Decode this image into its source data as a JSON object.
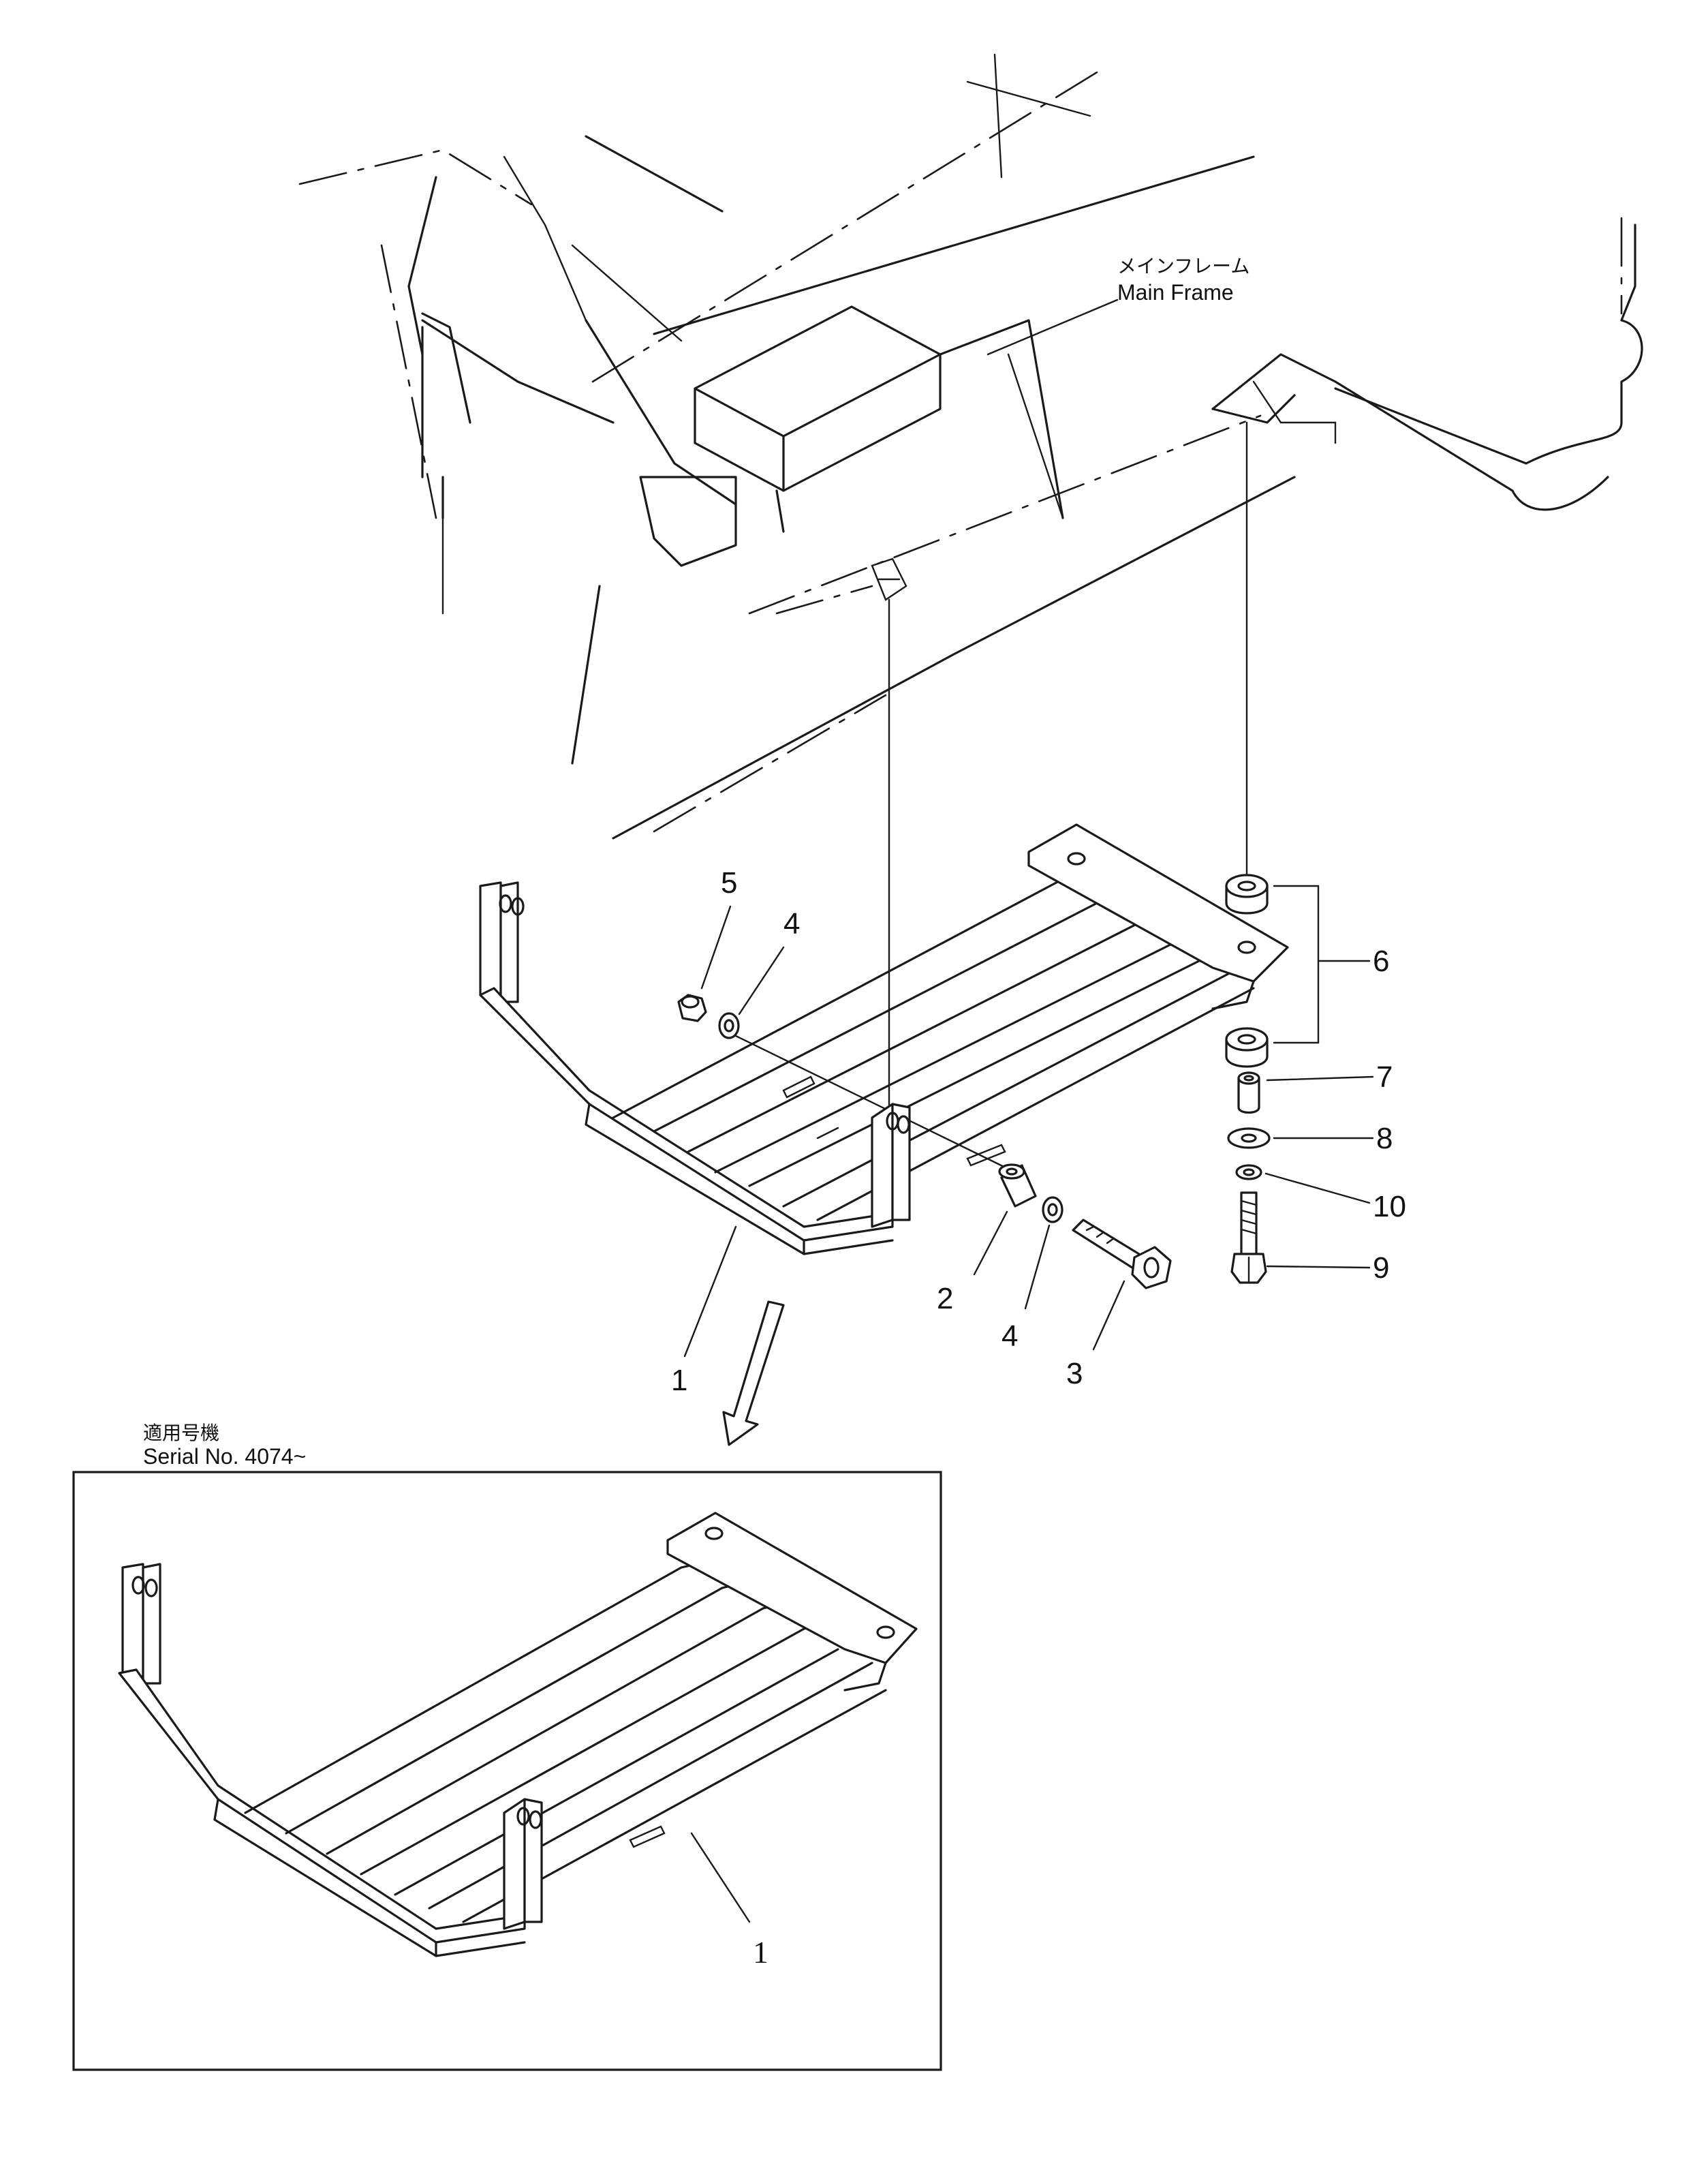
{
  "main_frame": {
    "label_jp": "メインフレーム",
    "label_en": "Main Frame"
  },
  "serial_note": {
    "label_jp": "適用号機",
    "label_en": "Serial No. 4074~"
  },
  "callouts": {
    "c1_main": "1",
    "c2": "2",
    "c3": "3",
    "c4_top": "4",
    "c4_bottom": "4",
    "c5": "5",
    "c6": "6",
    "c7": "7",
    "c8": "8",
    "c9": "9",
    "c10": "10",
    "c1_inset": "1"
  }
}
